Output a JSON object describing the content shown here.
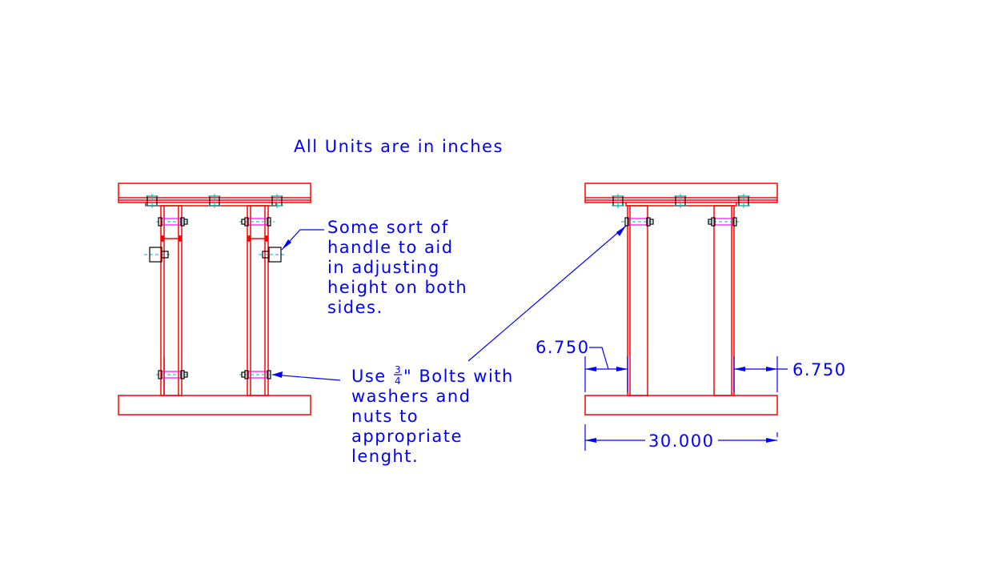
{
  "drawing": {
    "units_note": "All Units are in inches",
    "handle_note": [
      "Some sort of",
      "handle to aid",
      "in adjusting",
      "height on both",
      "sides."
    ],
    "bolt_note": {
      "line1_prefix": "Use",
      "fraction_num": "3",
      "fraction_den": "4",
      "line1_suffix": "\" Bolts with",
      "lines": [
        "washers and",
        "nuts to",
        "appropriate",
        "lenght."
      ]
    },
    "dimensions": {
      "left_offset": "6.750",
      "right_offset": "6.750",
      "overall_width": "30.000"
    }
  },
  "colors": {
    "structure": "#ff0000",
    "annotation": "#0000ff",
    "bolt": "#00b4b4",
    "handle": "#000000",
    "pin": "#ff00ff"
  }
}
